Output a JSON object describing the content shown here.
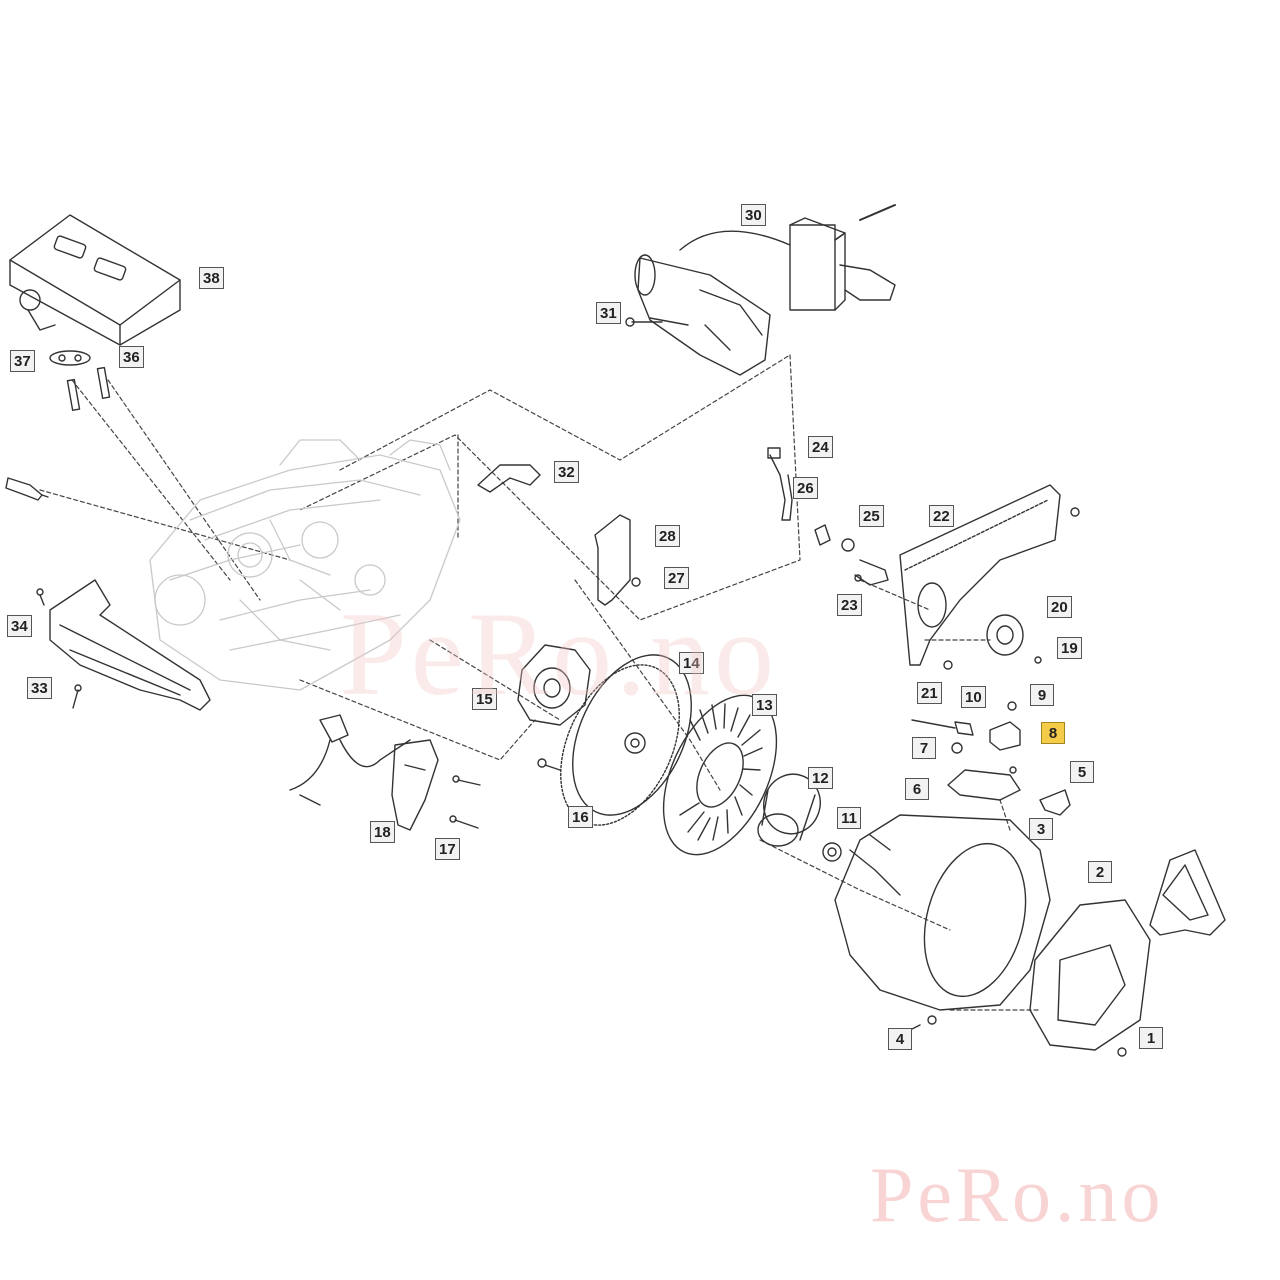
{
  "watermark": {
    "text": "PeRo.no",
    "color": "#f6c6c6"
  },
  "highlight_color": "#f5cc4a",
  "parts": [
    {
      "id": "part-1",
      "label": "1",
      "highlighted": false
    },
    {
      "id": "part-2",
      "label": "2",
      "highlighted": false
    },
    {
      "id": "part-3",
      "label": "3",
      "highlighted": false
    },
    {
      "id": "part-4",
      "label": "4",
      "highlighted": false
    },
    {
      "id": "part-5",
      "label": "5",
      "highlighted": false
    },
    {
      "id": "part-6",
      "label": "6",
      "highlighted": false
    },
    {
      "id": "part-7",
      "label": "7",
      "highlighted": false
    },
    {
      "id": "part-8",
      "label": "8",
      "highlighted": true
    },
    {
      "id": "part-9",
      "label": "9",
      "highlighted": false
    },
    {
      "id": "part-10",
      "label": "10",
      "highlighted": false
    },
    {
      "id": "part-11",
      "label": "11",
      "highlighted": false
    },
    {
      "id": "part-12",
      "label": "12",
      "highlighted": false
    },
    {
      "id": "part-13",
      "label": "13",
      "highlighted": false
    },
    {
      "id": "part-14",
      "label": "14",
      "highlighted": false
    },
    {
      "id": "part-15",
      "label": "15",
      "highlighted": false
    },
    {
      "id": "part-16",
      "label": "16",
      "highlighted": false
    },
    {
      "id": "part-17",
      "label": "17",
      "highlighted": false
    },
    {
      "id": "part-18",
      "label": "18",
      "highlighted": false
    },
    {
      "id": "part-19",
      "label": "19",
      "highlighted": false
    },
    {
      "id": "part-20",
      "label": "20",
      "highlighted": false
    },
    {
      "id": "part-21",
      "label": "21",
      "highlighted": false
    },
    {
      "id": "part-22",
      "label": "22",
      "highlighted": false
    },
    {
      "id": "part-23",
      "label": "23",
      "highlighted": false
    },
    {
      "id": "part-24",
      "label": "24",
      "highlighted": false
    },
    {
      "id": "part-25",
      "label": "25",
      "highlighted": false
    },
    {
      "id": "part-26",
      "label": "26",
      "highlighted": false
    },
    {
      "id": "part-27",
      "label": "27",
      "highlighted": false
    },
    {
      "id": "part-28",
      "label": "28",
      "highlighted": false
    },
    {
      "id": "part-30",
      "label": "30",
      "highlighted": false
    },
    {
      "id": "part-31",
      "label": "31",
      "highlighted": false
    },
    {
      "id": "part-32",
      "label": "32",
      "highlighted": false
    },
    {
      "id": "part-33",
      "label": "33",
      "highlighted": false
    },
    {
      "id": "part-34",
      "label": "34",
      "highlighted": false
    },
    {
      "id": "part-36",
      "label": "36",
      "highlighted": false
    },
    {
      "id": "part-37",
      "label": "37",
      "highlighted": false
    },
    {
      "id": "part-38",
      "label": "38",
      "highlighted": false
    }
  ]
}
